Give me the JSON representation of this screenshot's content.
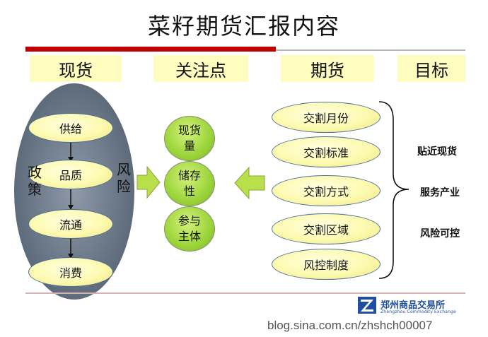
{
  "title": "菜籽期货汇报内容",
  "headers": [
    "现货",
    "关注点",
    "期货",
    "目标"
  ],
  "spot_chain": [
    "供给",
    "品质",
    "流通",
    "消费"
  ],
  "left_vertical": "政策",
  "right_vertical": "风险",
  "focus_points": [
    "现货量",
    "储存性",
    "参与主体"
  ],
  "focus_lines": [
    [
      "现货",
      "量"
    ],
    [
      "储存",
      "性"
    ],
    [
      "参与",
      "主体"
    ]
  ],
  "futures_items": [
    "交割月份",
    "交割标准",
    "交割方式",
    "交割区域",
    "风控制度"
  ],
  "goals": [
    "贴近现货",
    "服务产业",
    "风险可控"
  ],
  "logo": {
    "name": "郑州商品交易所",
    "subtitle": "Zhengzhou Commodity Exchange"
  },
  "watermark": "blog.sina.com.cn/zhshch00007",
  "colors": {
    "title_rule": "#c00000",
    "header_fill": "#fffcc0",
    "oval_yellow": "#fdfab0",
    "oval_green": "#9bd43a",
    "big_oval": "#6b7787",
    "arrow_green": "#b9df4a"
  }
}
